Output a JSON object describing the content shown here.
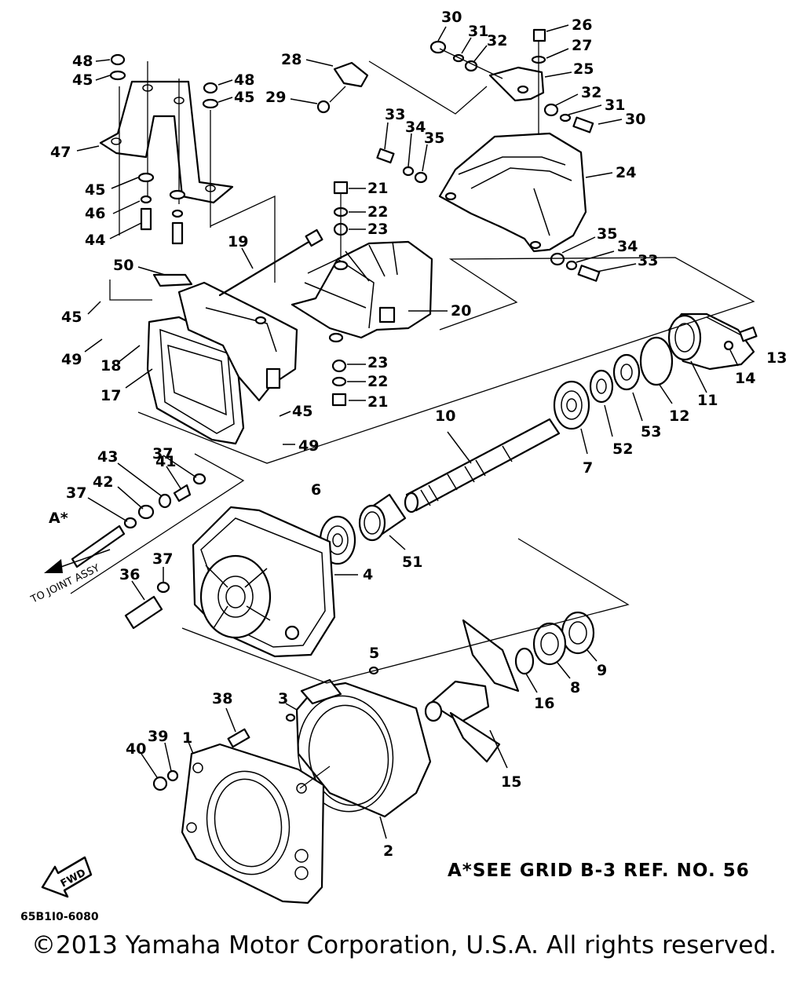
{
  "callouts": [
    "1",
    "2",
    "3",
    "4",
    "5",
    "6",
    "7",
    "8",
    "9",
    "10",
    "11",
    "12",
    "13",
    "14",
    "15",
    "16",
    "17",
    "18",
    "19",
    "20",
    "21",
    "22",
    "23",
    "24",
    "25",
    "26",
    "27",
    "28",
    "29",
    "30",
    "31",
    "32",
    "33",
    "34",
    "35",
    "36",
    "37",
    "38",
    "39",
    "40",
    "41",
    "42",
    "43",
    "44",
    "45",
    "46",
    "47",
    "48",
    "49",
    "50",
    "51",
    "52",
    "53"
  ],
  "labels": {
    "a_marker": "A*",
    "to_joint": "TO JOINT ASSY",
    "fwd": "FWD",
    "note": "A*SEE GRID B-3 REF. NO. 56",
    "drawing_code": "65B1I0-6080",
    "copyright": "©2013 Yamaha Motor Corporation, U.S.A. All rights reserved."
  }
}
